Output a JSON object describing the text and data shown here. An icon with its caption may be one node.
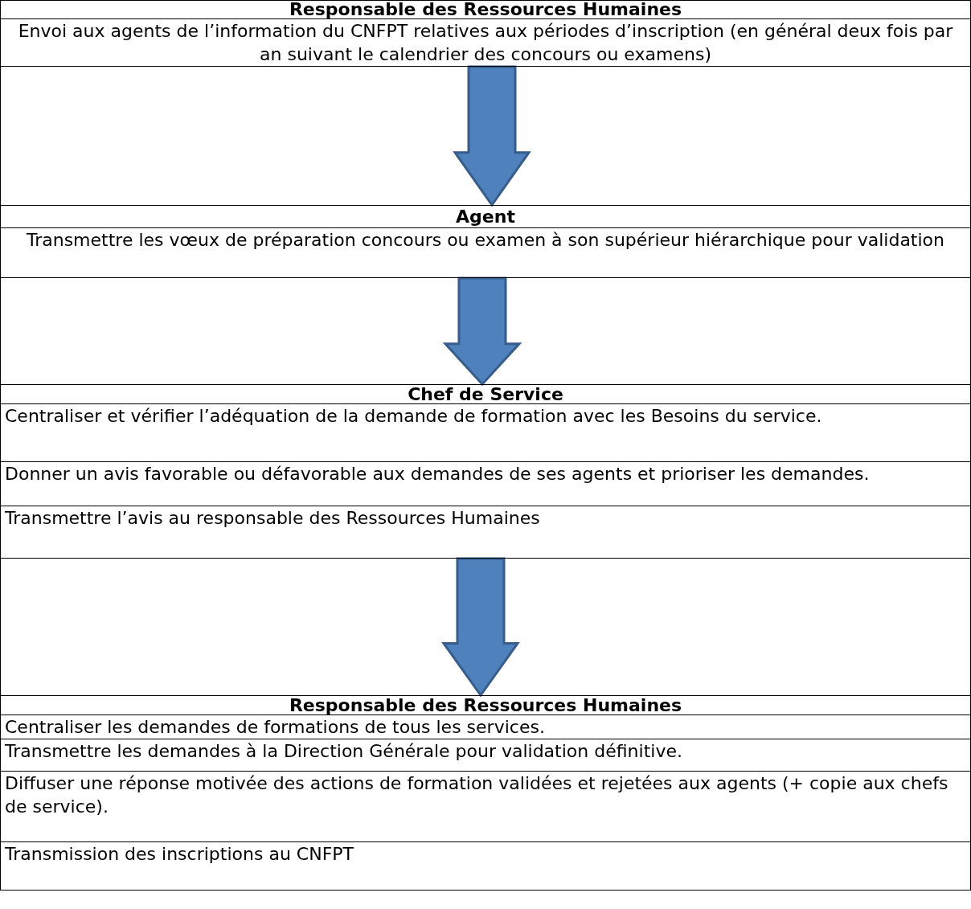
{
  "diagram": {
    "nodes": [
      {
        "text": [
          "Responsable des Ressources Humaines",
          "Envoi aux agents de l’information du CNFPT relatives aux périodes d’inscription  (en général deux fois par an suivant le calendrier des concours ou examens)"
        ]
      },
      {
        "text": [
          "Agent",
          "Transmettre les vœux de préparation concours ou examen à son supérieur hiérarchique pour validation"
        ]
      },
      {
        "text": [
          "Chef de Service",
          "Centraliser et vérifier l’adéquation de la demande de formation avec les Besoins du service.",
          "Donner un avis favorable ou défavorable aux demandes de ses agents et prioriser les demandes.",
          "Transmettre l’avis au responsable des Ressources Humaines"
        ]
      },
      {
        "text": [
          "Responsable des Ressources Humaines",
          "Centraliser les demandes de formations de tous les services.",
          "Transmettre les demandes à la Direction Générale pour validation définitive.",
          "Diffuser une réponse motivée des actions de formation validées et rejetées aux agents (+ copie aux chefs de service).",
          "Transmission des inscriptions au CNFPT"
        ]
      }
    ],
    "edges": [
      {
        "from": 0,
        "to": 1,
        "arrow": "to"
      },
      {
        "from": 1,
        "to": 2,
        "arrow": "to"
      },
      {
        "from": 2,
        "to": 3,
        "arrow": "to"
      }
    ]
  }
}
